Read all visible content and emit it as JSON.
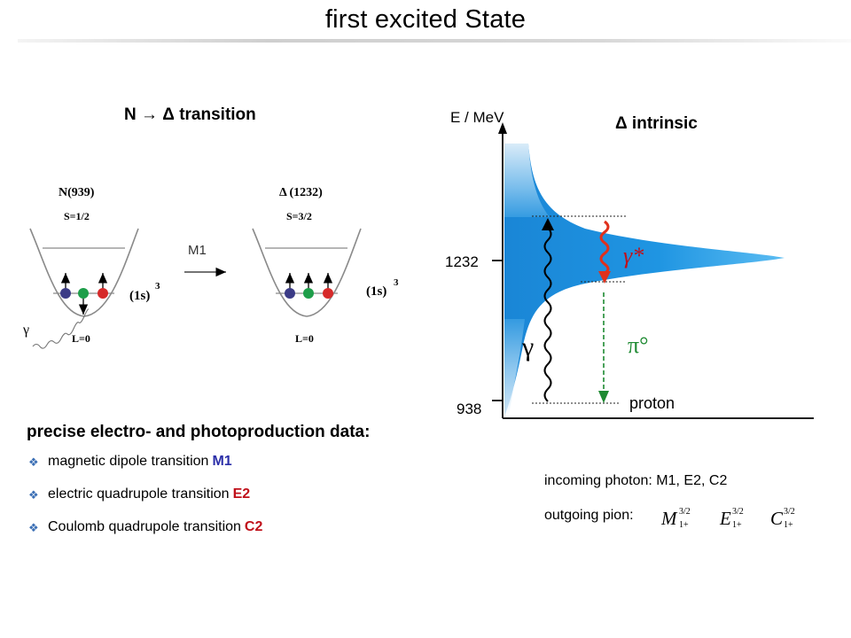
{
  "title": "first excited  State",
  "left_panel": {
    "heading": "N  →  Δ  transition",
    "nucleon": {
      "label": "N(939)",
      "spin": "S=1/2",
      "shell": "(1s)",
      "exponent": "3",
      "orbital": "L=0",
      "photon": "γ"
    },
    "arrow_label": "M1",
    "delta": {
      "label": "Δ (1232)",
      "spin": "S=3/2",
      "shell": "(1s)",
      "exponent": "3",
      "orbital": "L=0"
    }
  },
  "right_panel": {
    "heading": "Δ  intrinsic",
    "axis_label": "E /  MeV",
    "tick_1232": "1232",
    "tick_938": "938",
    "gamma_star": "γ*",
    "gamma": "γ",
    "pion": "π°",
    "proton": "proton"
  },
  "data_section": {
    "heading": "precise electro- and photoproduction data:",
    "items": [
      {
        "text": "magnetic dipole transition",
        "highlight": "M1",
        "color": "#2b2fa8"
      },
      {
        "text": "electric quadrupole transition",
        "highlight": "E2",
        "color": "#c0101a"
      },
      {
        "text": "Coulomb quadrupole transition",
        "highlight": "C2",
        "color": "#c0101a"
      }
    ]
  },
  "photon_info": {
    "incoming": "incoming photon: M1, E2, C2",
    "outgoing": "outgoing pion:",
    "multipoles": [
      {
        "base": "M",
        "sup": "3/2",
        "sub": "1+"
      },
      {
        "base": "E",
        "sup": "3/2",
        "sub": "1+"
      },
      {
        "base": "C",
        "sup": "3/2",
        "sub": "1+"
      }
    ]
  }
}
